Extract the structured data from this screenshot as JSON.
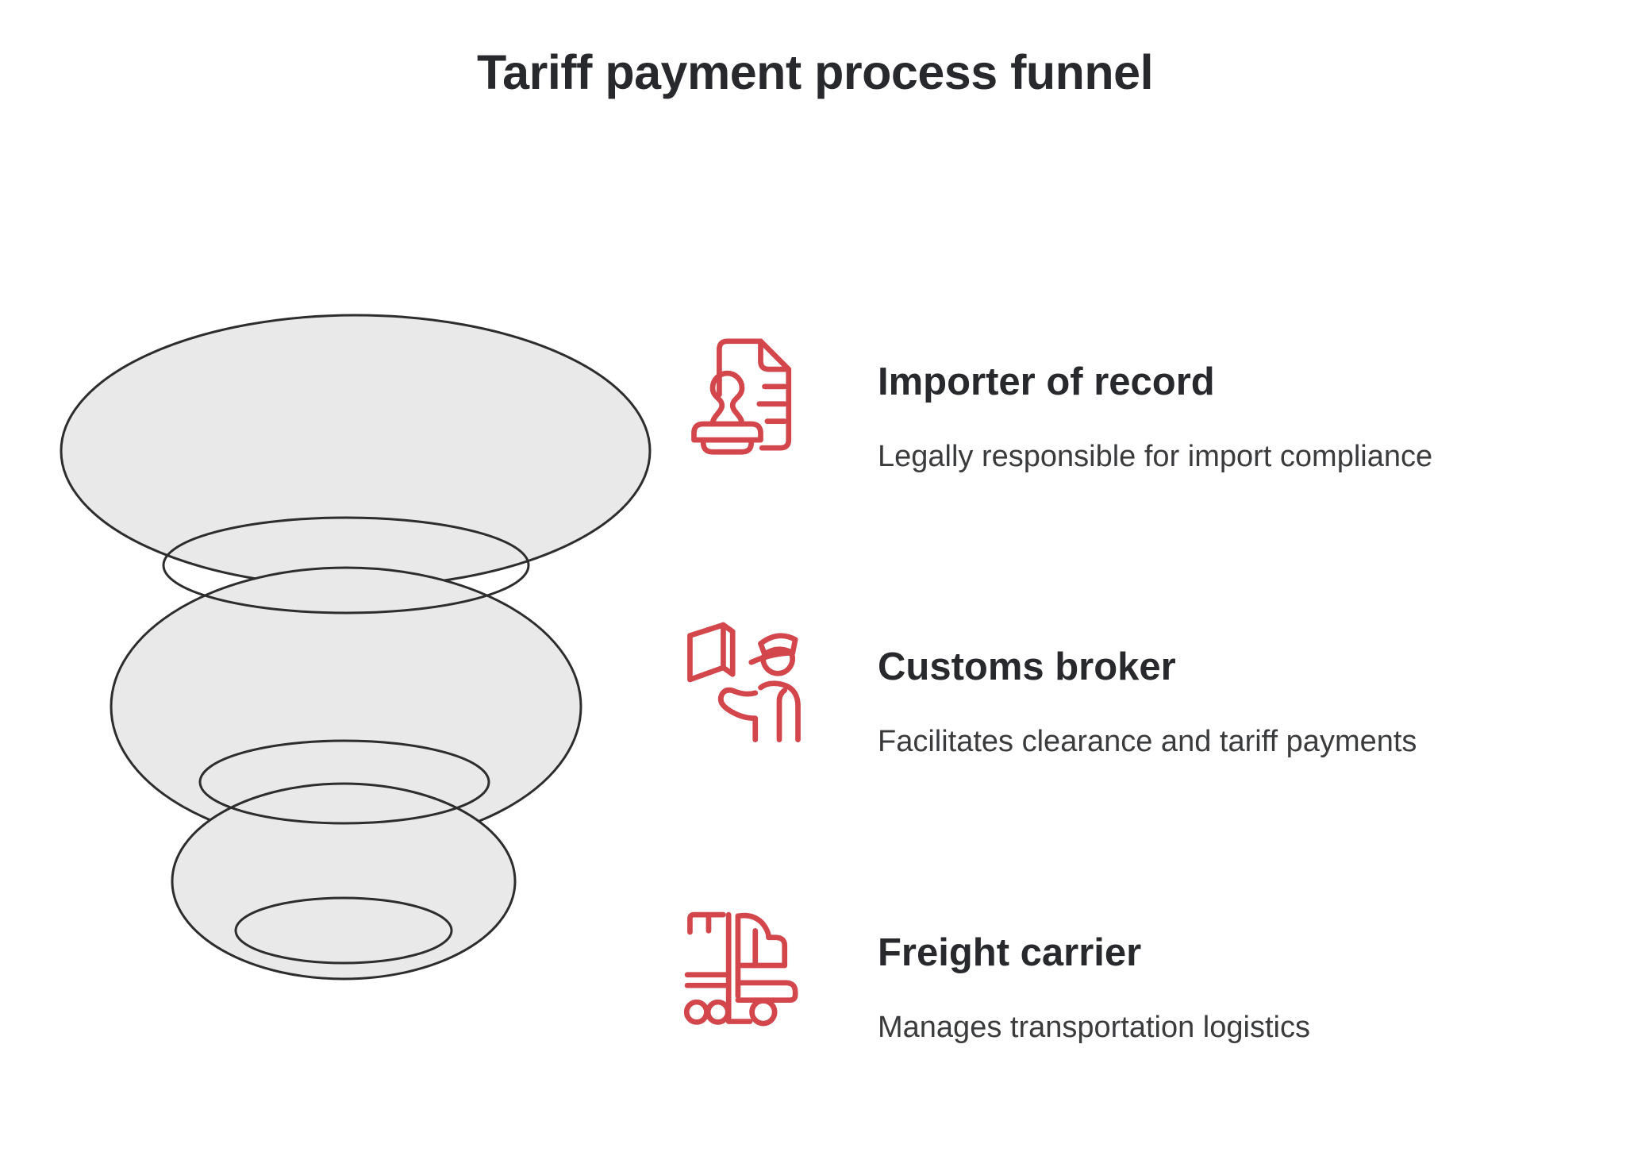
{
  "title": "Tariff payment process funnel",
  "colors": {
    "accent_red": "#d3474c",
    "funnel_fill": "#e9e9e9",
    "funnel_stroke": "#2d2d2d",
    "heading_text": "#28292c",
    "body_text": "#3a3b3d"
  },
  "funnel": {
    "levels": 3,
    "orientation": "top-large-to-bottom-small"
  },
  "rows": [
    {
      "icon": "stamp-document-icon",
      "heading": "Importer of record",
      "description": "Legally responsible for import compliance"
    },
    {
      "icon": "customs-officer-icon",
      "heading": "Customs broker",
      "description": "Facilitates clearance and tariff payments"
    },
    {
      "icon": "freight-truck-icon",
      "heading": "Freight carrier",
      "description": "Manages transportation logistics"
    }
  ]
}
